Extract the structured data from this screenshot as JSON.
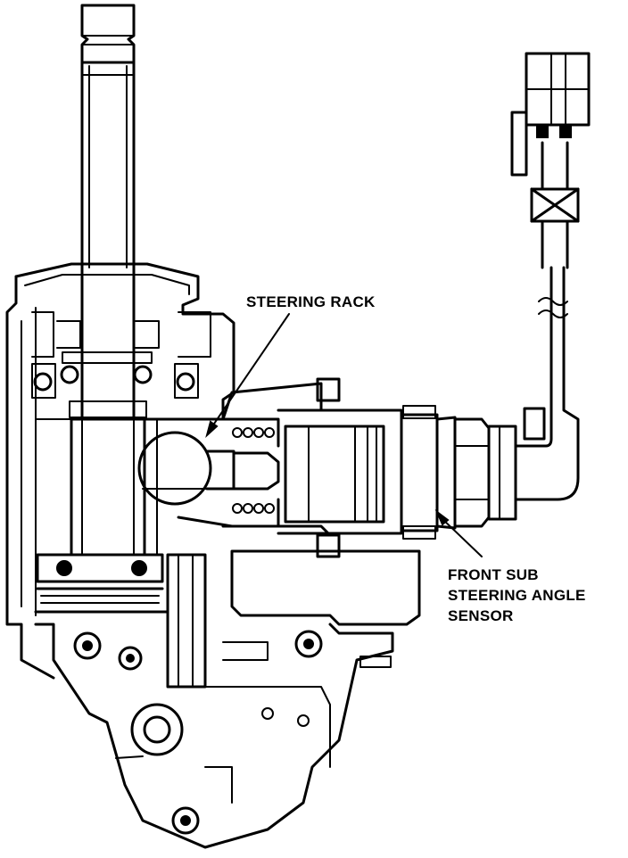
{
  "labels": {
    "steering_rack": "STEERING RACK",
    "sensor_line1": "FRONT SUB",
    "sensor_line2": "STEERING ANGLE",
    "sensor_line3": "SENSOR"
  },
  "colors": {
    "ink": "#000000",
    "paper": "#ffffff"
  }
}
